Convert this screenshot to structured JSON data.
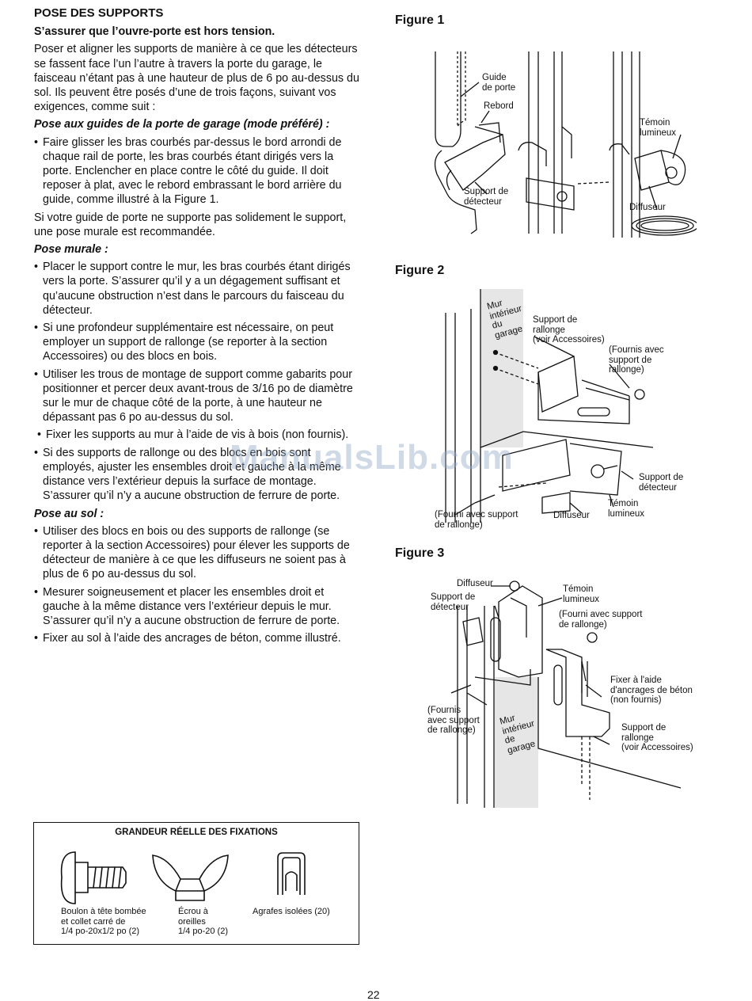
{
  "left": {
    "heading": "POSE DES SUPPORTS",
    "warning": "S’assurer que l’ouvre-porte est hors tension.",
    "intro": "Poser et aligner les supports de manière à ce que les détecteurs se fassent face l’un l’autre à travers la porte du garage, le faisceau n’étant pas à une hauteur de plus de 6 po au-dessus du sol. Ils peuvent être posés d’une de trois façons, suivant vos exigences, comme suit :",
    "section1_title": "Pose aux guides de la porte de garage (mode préféré) :",
    "section1_bullets": [
      "Faire glisser les bras courbés par-dessus le bord arrondi de chaque rail de porte, les bras courbés étant dirigés vers la porte. Enclencher en place contre le côté du guide. Il doit reposer à plat, avec le rebord embrassant le bord arrière du guide, comme illustré à la Figure 1."
    ],
    "section1_note": "Si votre guide de porte ne supporte pas solidement le support, une pose murale est recommandée.",
    "section2_title": "Pose murale :",
    "section2_bullets": [
      "Placer le support contre le mur, les bras courbés étant dirigés vers la porte. S’assurer qu’il y a un dégagement suffisant et qu’aucune obstruction n’est dans le parcours du faisceau du détecteur.",
      "Si une profondeur supplémentaire est nécessaire, on peut employer un support de rallonge (se reporter à la section Accessoires) ou des blocs en bois.",
      "Utiliser les trous de montage de support comme gabarits pour positionner et percer deux avant-trous de 3/16 po de diamètre sur le mur de chaque côté de la porte, à une hauteur ne dépassant pas 6 po au-dessus du sol.",
      "Fixer les supports au mur à l’aide de vis à bois (non fournis).",
      "Si des supports de rallonge ou des blocs en bois sont employés, ajuster les ensembles droit et gauche à la même distance vers l’extérieur depuis la surface de montage. S’assurer qu’il n’y a aucune obstruction de ferrure de porte."
    ],
    "section3_title": "Pose au sol :",
    "section3_bullets": [
      "Utiliser des blocs en bois ou des supports de rallonge (se reporter à la section Accessoires) pour élever les supports de détecteur de manière à ce que les diffuseurs ne soient pas à plus de 6 po au-dessus du sol.",
      "Mesurer soigneusement et placer les ensembles droit et gauche à la même distance vers l’extérieur depuis le mur. S’assurer qu’il n’y a aucune obstruction de ferrure de porte.",
      "Fixer au sol à l’aide des ancrages de béton, comme illustré."
    ]
  },
  "figures": {
    "fig1": {
      "title": "Figure 1",
      "guide": "Guide\nde porte",
      "rebord": "Rebord",
      "support": "Support de\ndétecteur",
      "temoin": "Témoin\nlumineux",
      "diffuseur": "Diffuseur"
    },
    "fig2": {
      "title": "Figure 2",
      "mur": "Mur\nintérieur\ndu\ngarage",
      "rallonge": "Support de\nrallonge\n(voir Accessoires)",
      "fournis": "(Fournis avec\nsupport de\nrallonge)",
      "support": "Support de\ndétecteur",
      "temoin": "Témoin\nlumineux",
      "diffuseur": "Diffuseur",
      "fourni": "(Fourni avec support\nde rallonge)"
    },
    "fig3": {
      "title": "Figure 3",
      "diffuseur": "Diffuseur",
      "support": "Support de\ndétecteur",
      "temoin": "Témoin\nlumineux",
      "fourni": "(Fourni avec support\nde rallonge)",
      "fixer": "Fixer à l'aide\nd'ancrages de béton\n(non fournis)",
      "fournis": "(Fournis\navec support\nde rallonge)",
      "mur": "Mur\nintérieur\nde\ngarage",
      "rallonge": "Support de\nrallonge\n(voir Accessoires)"
    }
  },
  "fasteners": {
    "title": "GRANDEUR RÉELLE DES FIXATIONS",
    "bolt": "Boulon à tête bombée\net collet carré de\n1/4 po-20x1/2 po (2)",
    "nut": "Écrou à\noreilles\n1/4 po-20 (2)",
    "clips": "Agrafes isolées (20)"
  },
  "watermark": "ManualsLib.com",
  "page_number": "22"
}
